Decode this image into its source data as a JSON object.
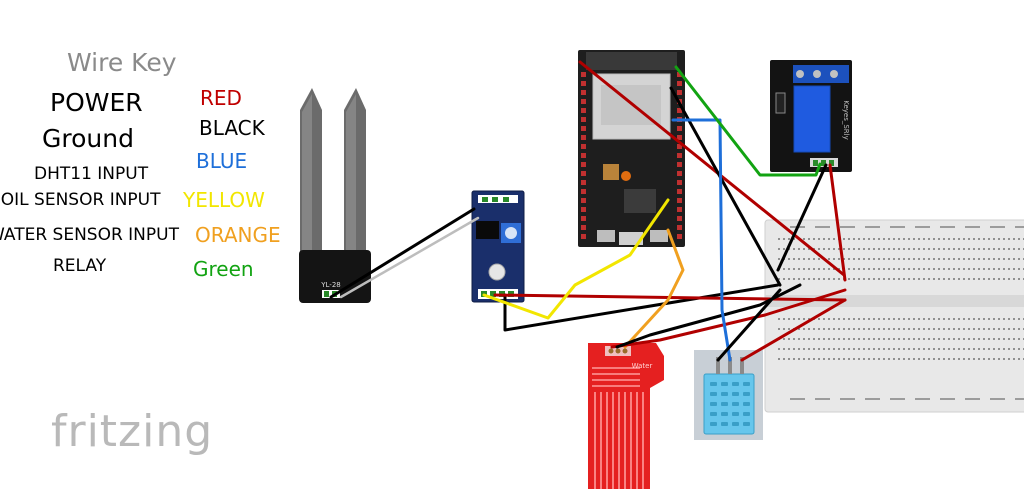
{
  "wire_key": {
    "title": "Wire Key",
    "rows": [
      {
        "label": "POWER",
        "color_name": "RED",
        "color": "#c00000"
      },
      {
        "label": "Ground",
        "color_name": "BLACK",
        "color": "#000000"
      },
      {
        "label": "DHT11 INPUT",
        "color_name": "BLUE",
        "color": "#1e6fd9"
      },
      {
        "label": "SOIL SENSOR INPUT",
        "color_name": "YELLOW",
        "color": "#f2e600"
      },
      {
        "label": "WATER SENSOR INPUT",
        "color_name": "ORANGE",
        "color": "#f0a020"
      },
      {
        "label": "RELAY",
        "color_name": "Green",
        "color": "#12a312"
      }
    ]
  },
  "components": {
    "soil_probe_label": "YL-28",
    "relay_label": "Keyes_SRly",
    "water_sensor_label": "Water"
  },
  "watermark": "fritzing"
}
